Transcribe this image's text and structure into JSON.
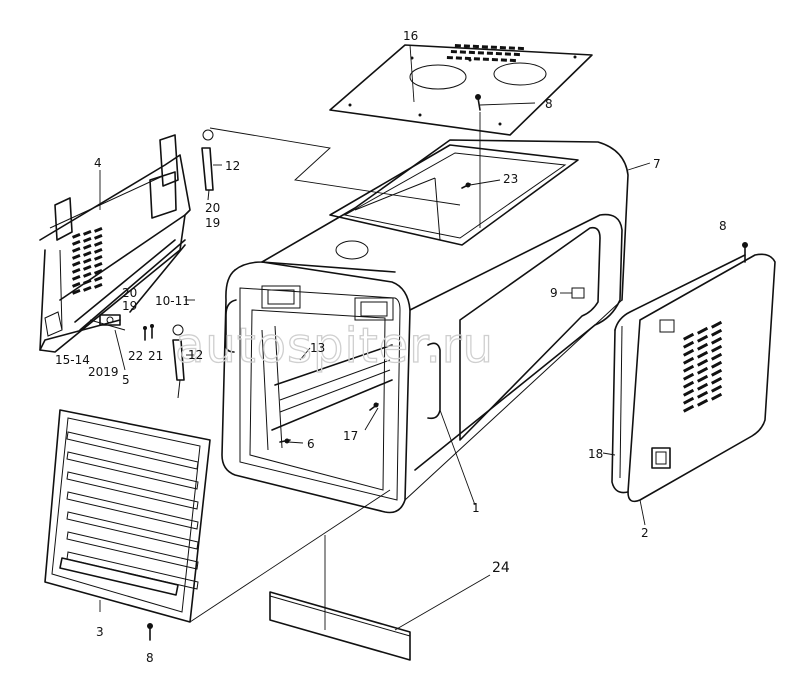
{
  "watermark": "autospiter.ru",
  "callouts": {
    "c1": "1",
    "c2": "2",
    "c3": "3",
    "c4": "4",
    "c5": "5",
    "c6": "6",
    "c7": "7",
    "c8_top": "8",
    "c8_right": "8",
    "c8_bottom": "8",
    "c9": "9",
    "c10_11": "10-11",
    "c12_top": "12",
    "c12_mid": "12",
    "c13": "13",
    "c15_14": "15-14",
    "c16": "16",
    "c17": "17",
    "c18": "18",
    "c19_top": "19",
    "c19_mid": "19",
    "c20_top": "20",
    "c20_mid": "20",
    "c2019": "2019",
    "c21": "21",
    "c22": "22",
    "c23": "23",
    "c24": "24"
  }
}
